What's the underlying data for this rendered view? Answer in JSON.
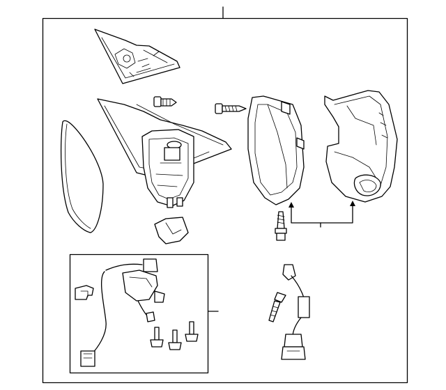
{
  "diagram": {
    "kind": "exploded-parts-diagram",
    "colors": {
      "line": "#000000",
      "background": "#ffffff"
    },
    "parts": [
      {
        "name": "corner-garnish"
      },
      {
        "name": "mirror-glass"
      },
      {
        "name": "mirror-housing-base"
      },
      {
        "name": "actuator-motor"
      },
      {
        "name": "small-cover"
      },
      {
        "name": "retaining-clip"
      },
      {
        "name": "mounting-screw"
      },
      {
        "name": "skull-cap-cover"
      },
      {
        "name": "lower-housing-cover"
      },
      {
        "name": "housing-screw"
      },
      {
        "name": "harness-kit"
      },
      {
        "name": "turn-signal-harness"
      },
      {
        "name": "harness-bolt"
      }
    ]
  }
}
